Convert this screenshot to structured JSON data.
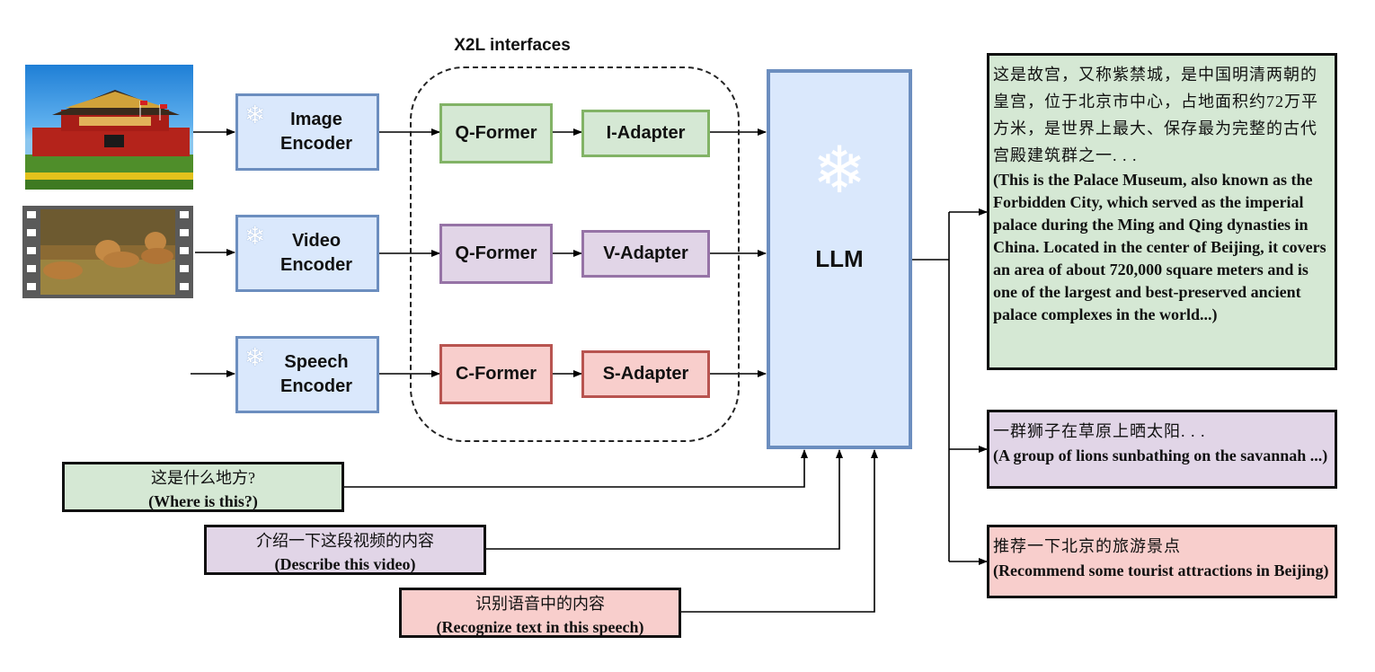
{
  "x2l_title": "X2L interfaces",
  "encoders": [
    {
      "label_line1": "Image",
      "label_line2": "Encoder"
    },
    {
      "label_line1": "Video",
      "label_line2": "Encoder"
    },
    {
      "label_line1": "Speech",
      "label_line2": "Encoder"
    }
  ],
  "formers": [
    "Q-Former",
    "Q-Former",
    "C-Former"
  ],
  "adapters": [
    "I-Adapter",
    "V-Adapter",
    "S-Adapter"
  ],
  "llm_label": "LLM",
  "icons": {
    "frozen": "snowflake-icon"
  },
  "queries": [
    {
      "zh": "这是什么地方?",
      "en": "(Where is this?)"
    },
    {
      "zh": "介绍一下这段视频的内容",
      "en": "(Describe this video)"
    },
    {
      "zh": "识别语音中的内容",
      "en": "(Recognize text in this speech)"
    }
  ],
  "responses": [
    {
      "zh": "这是故宫，又称紫禁城，是中国明清两朝的皇宫，位于北京市中心，占地面积约72万平方米，是世界上最大、保存最为完整的古代宫殿建筑群之一. . .",
      "en": "(This is the Palace Museum, also known as the Forbidden City, which served as the imperial palace during the Ming and Qing dynasties in China. Located in the center of Beijing, it covers an area of about 720,000 square meters and is one of the largest and best-preserved ancient palace complexes in the world...)"
    },
    {
      "zh": "一群狮子在草原上晒太阳. . .",
      "en": "(A group of lions sunbathing on the savannah ...)"
    },
    {
      "zh": "推荐一下北京的旅游景点",
      "en": "(Recommend some tourist attractions in Beijing)"
    }
  ],
  "colors": {
    "blue_fill": "#dae8fc",
    "blue_border": "#6c8ebf",
    "green_fill": "#d5e8d4",
    "green_border": "#82b366",
    "purple_fill": "#e1d5e7",
    "purple_border": "#9673a6",
    "red_fill": "#f8cecc",
    "red_border": "#b85450"
  }
}
